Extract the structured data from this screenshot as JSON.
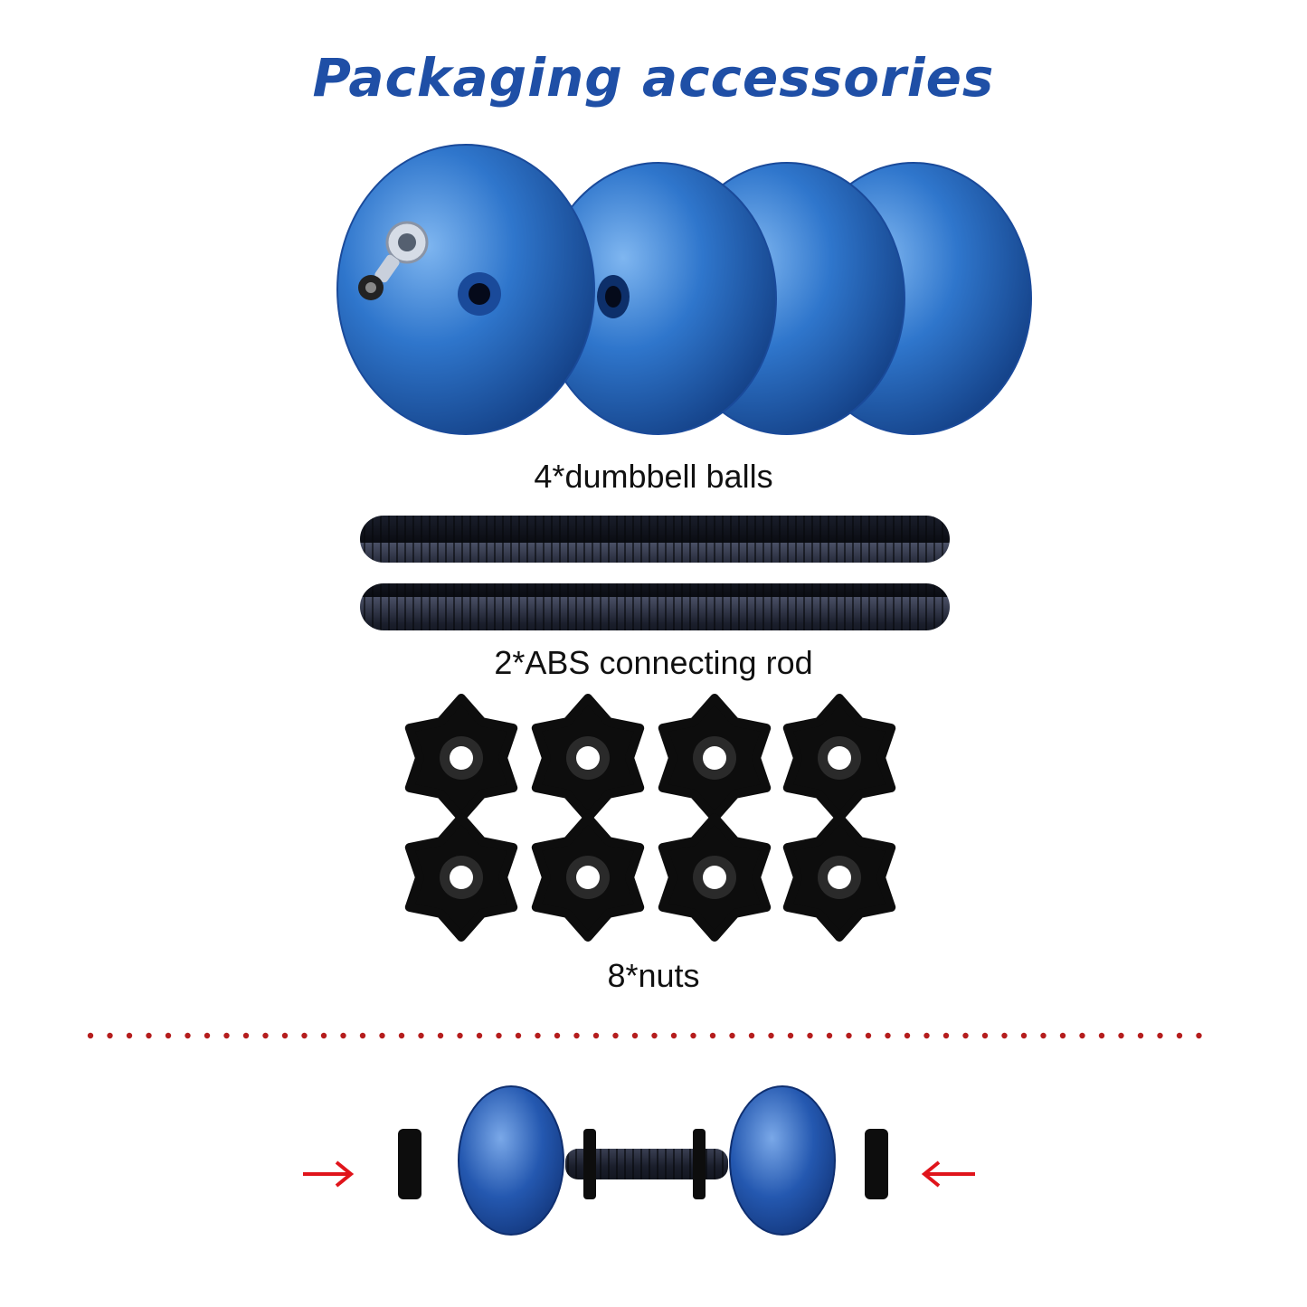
{
  "title": "Packaging accessories",
  "sections": [
    {
      "caption": "4*dumbbell balls",
      "icon": "water-ball-icon"
    },
    {
      "caption": "2*ABS connecting rod",
      "icon": "connecting-rod-icon"
    },
    {
      "caption": "8*nuts",
      "icon": "star-nut-icon"
    }
  ],
  "colors": {
    "title": "#1f4fa6",
    "ball": "#2b6fc6",
    "rod": "#1a1e2b",
    "nut": "#0d0d0d",
    "divider": "#b51d1d",
    "arrow": "#e0141b"
  }
}
